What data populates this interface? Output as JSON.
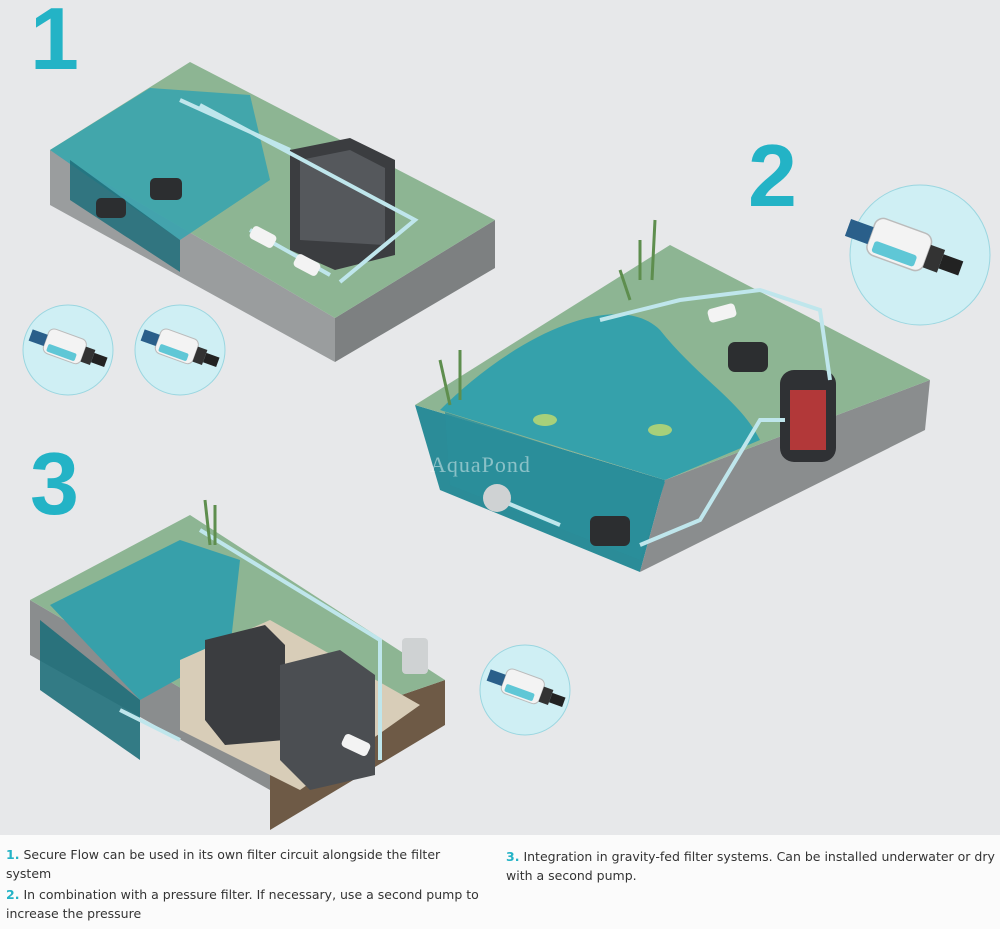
{
  "scene_numbers": [
    "1",
    "2",
    "3"
  ],
  "watermark": "AquaPond",
  "captions": [
    {
      "number": "1.",
      "text": "Secure Flow can be used in its own filter circuit alongside the filter system"
    },
    {
      "number": "2.",
      "text": "In combination with a pressure filter. If necessary, use a second pump to increase the pressure"
    },
    {
      "number": "3.",
      "text": "Integration in gravity-fed filter systems. Can be installed underwater or dry with a second pump."
    }
  ],
  "colors": {
    "accent": "#23b3c6",
    "grass": "#8db593",
    "water": "#2e9aa6",
    "side": "#8d9091",
    "background": "#e7e8ea"
  }
}
